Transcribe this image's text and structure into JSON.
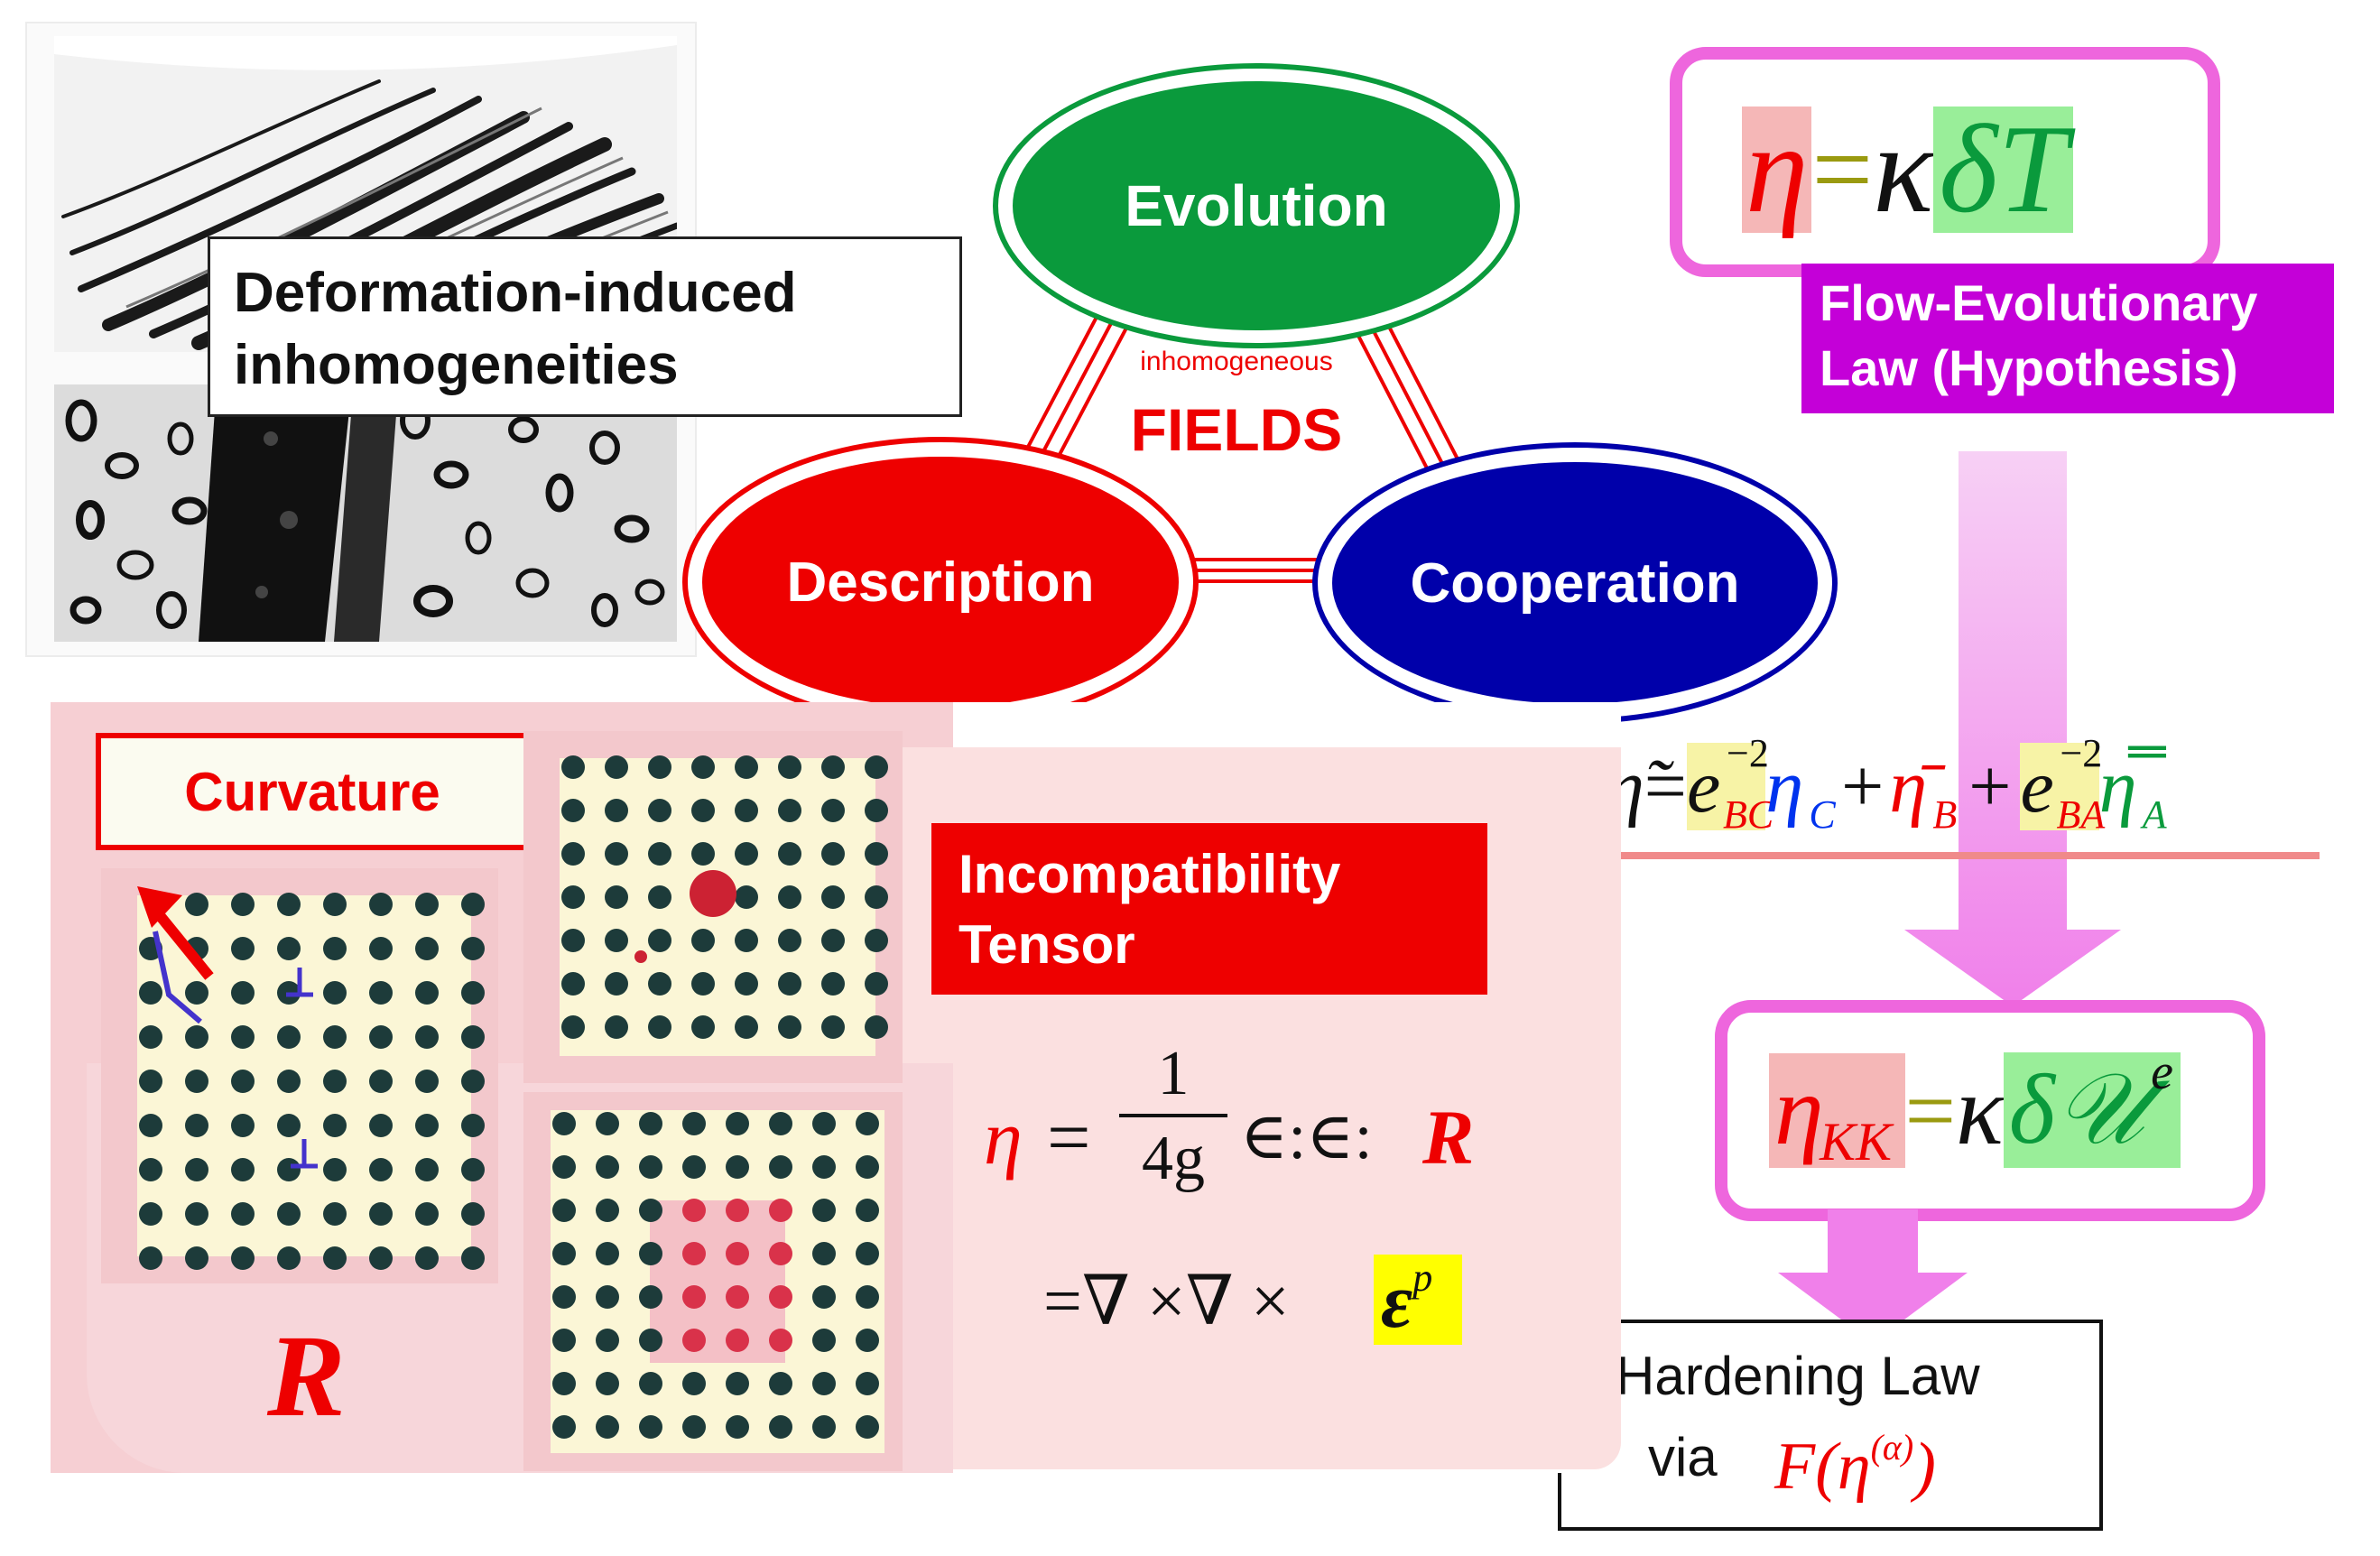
{
  "left_image_panel": {
    "caption": "Deformation-induced\ninhomogeneities"
  },
  "triangle": {
    "evolution": "Evolution",
    "description": "Description",
    "cooperation": "Cooperation",
    "center_small": "inhomogeneous",
    "center_big": "FIELDS"
  },
  "flow_law": {
    "lhs": "η",
    "eq": "=",
    "kappa": "κ",
    "rhs": "δT",
    "label": "Flow-Evolutionary\nLaw (Hypothesis)"
  },
  "middle_equation": {
    "lhs": "η̃",
    "eq": "=",
    "e1": "e",
    "e1_sup": "−2",
    "e1_sub": "BC",
    "t1": "η",
    "t1_sub": "C",
    "plus1": "+",
    "t2": "η̄",
    "t2_sub": "B",
    "plus2": "+",
    "e2": "e",
    "e2_sup": "−2",
    "e2_sub": "BA",
    "t3": "η̿",
    "t3_sub": "A"
  },
  "kk_law": {
    "lhs": "η",
    "lhs_sub": "KK",
    "eq": "=",
    "kappa": "κ",
    "rhs": "δ𝒰",
    "rhs_sup": "e"
  },
  "hardening": {
    "line1": "Hardening Law",
    "via": "via",
    "func": "F(η",
    "func_sup": "(α)",
    "func_close": ")"
  },
  "bottom_panel": {
    "curvature_label": "Curvature",
    "r_symbol": "R",
    "incompat_label": "Incompatibility\nTensor",
    "formula": {
      "lhs": "η",
      "eq": "=",
      "num": "1",
      "den": "4g",
      "mid": "∈:∈:",
      "r": "R",
      "line2_prefix": "=∇ ×∇ ×",
      "eps": "ε",
      "eps_sup": "p"
    }
  },
  "colors": {
    "evolution": "#0a9a3c",
    "description": "#ee0000",
    "cooperation": "#0000aa",
    "magenta": "#ee66dd",
    "purple": "#c400d8",
    "panel_pink": "#fadcdc"
  }
}
